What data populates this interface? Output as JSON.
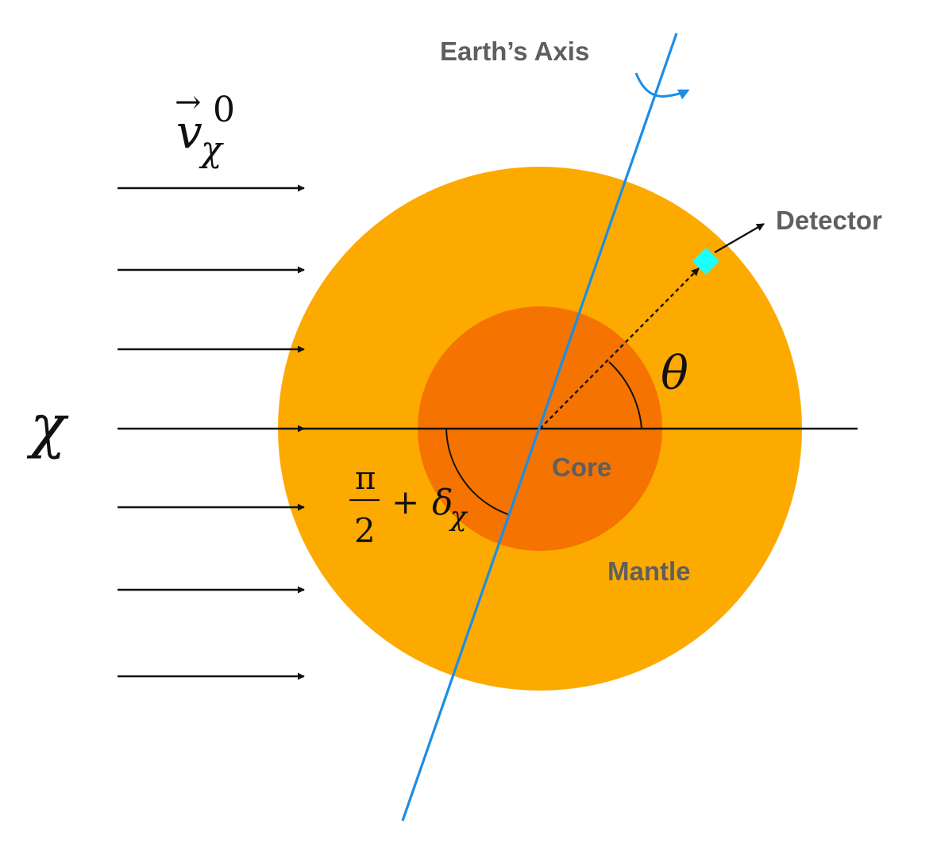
{
  "labels": {
    "axis": "Earth’s Axis",
    "detector": "Detector",
    "core": "Core",
    "mantle": "Mantle"
  },
  "math": {
    "particle": "χ",
    "velocity_v": "v",
    "velocity_arrow": "→",
    "velocity_sub": "χ",
    "velocity_sup": "0",
    "theta": "θ",
    "pi": "π",
    "two": "2",
    "plus": "+",
    "delta": "δ",
    "delta_sub": "χ"
  },
  "colors": {
    "mantle": "#fdaa00",
    "core": "#f57300",
    "axis": "#1a8ee6",
    "detector": "#1affff",
    "label_gray": "#5f5f5f",
    "ink": "#111111"
  },
  "flux_arrow_count": 7
}
